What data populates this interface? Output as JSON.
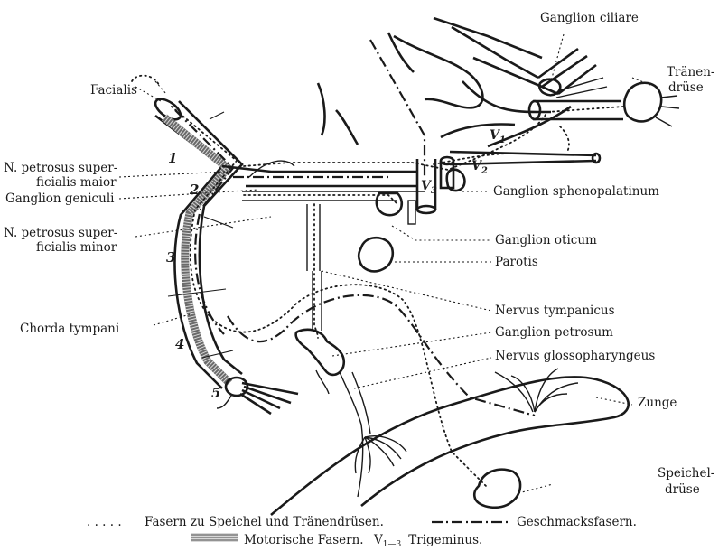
{
  "labels": {
    "ganglion_ciliare": "Ganglion ciliare",
    "traenen_1": "Tränen-",
    "traenen_2": "drüse",
    "facialis": "Facialis",
    "petrosus_major_1": "N. petrosus super-",
    "petrosus_major_2": "ficialis maior",
    "ganglion_geniculi": "Ganglion geniculi",
    "petrosus_minor_1": "N. petrosus super-",
    "petrosus_minor_2": "ficialis minor",
    "chorda_tympani": "Chorda tympani",
    "ganglion_sphenopalatinum": "Ganglion sphenopalatinum",
    "ganglion_oticum": "Ganglion oticum",
    "parotis": "Parotis",
    "nervus_tympanicus": "Nervus tympanicus",
    "ganglion_petrosum": "Ganglion petrosum",
    "nervus_glossopharyngeus": "Nervus glossopharyngeus",
    "zunge": "Zunge",
    "speichel_1": "Speichel-",
    "speichel_2": "drüse",
    "v1": "V",
    "v1_sub": "1",
    "v2": "V",
    "v2_sub": "2",
    "v3": "V",
    "v3_sub": "3"
  },
  "numbers": [
    "1",
    "2",
    "3",
    "4",
    "5"
  ],
  "legend": {
    "dots_symbol": ". . . . .",
    "dots_text": "Fasern zu Speichel und Tränendrüsen.",
    "dashdot_text": "Geschmacksfasern.",
    "motor_text": "Motorische Fasern.",
    "trigeminus_text": "V",
    "trigeminus_sub": "1—3",
    "trigeminus_word": "Trigeminus."
  }
}
